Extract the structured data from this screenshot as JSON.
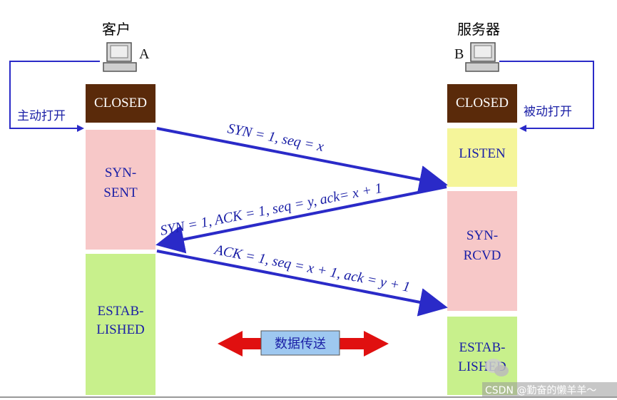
{
  "client": {
    "title": "客户",
    "tag": "A",
    "open_label": "主动打开"
  },
  "server": {
    "title": "服务器",
    "tag": "B",
    "open_label": "被动打开"
  },
  "client_states": [
    "CLOSED",
    "SYN-",
    "SENT",
    "ESTAB-",
    "LISHED"
  ],
  "server_states": [
    "CLOSED",
    "LISTEN",
    "SYN-",
    "RCVD",
    "ESTAB-",
    "LISHED"
  ],
  "messages": {
    "syn": "SYN = 1, seq = x",
    "synack": "SYN = 1, ACK = 1, seq = y, ack= x + 1",
    "ack": "ACK = 1, seq = x + 1, ack = y + 1"
  },
  "data_transfer": "数据传送",
  "watermark": "CSDN @勤奋的懒羊羊～",
  "colors": {
    "closed": "#5a2a0a",
    "syn_sent": "#f7c8c8",
    "established": "#c8f08c",
    "listen": "#f5f59a",
    "arrow": "#2a2ac8",
    "transfer_arrow": "#e01010",
    "transfer_box": "#9ec8f0"
  }
}
